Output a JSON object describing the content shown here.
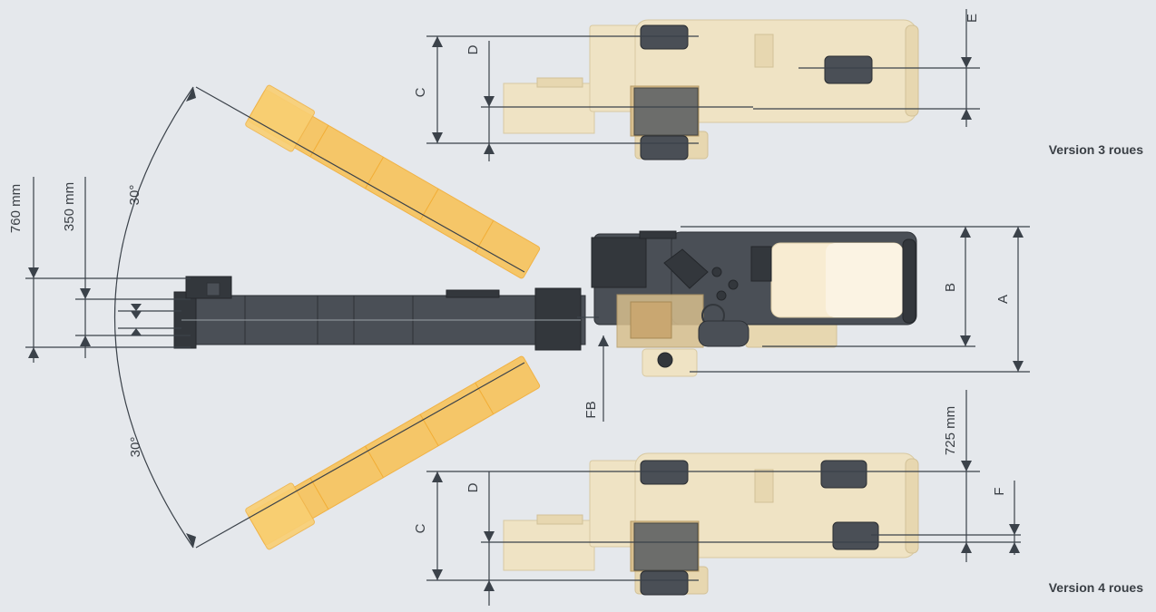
{
  "labels": {
    "dim_a": "A",
    "dim_b": "B",
    "dim_c_top": "C",
    "dim_d_top": "D",
    "dim_e": "E",
    "dim_c_bottom": "C",
    "dim_d_bottom": "D",
    "dim_f": "F",
    "dim_fb": "FB",
    "dim_760": "760 mm",
    "dim_350": "350 mm",
    "dim_725": "725 mm",
    "angle_top": "30°",
    "angle_bottom": "30°",
    "version_3": "Version 3 roues",
    "version_4": "Version 4 roues"
  },
  "colors": {
    "background": "#e5e8ec",
    "machine_beige": "#efe3c4",
    "machine_dark": "#4a4f56",
    "boom_swing": "#f7c35a",
    "dimension_line": "#3b424a"
  }
}
